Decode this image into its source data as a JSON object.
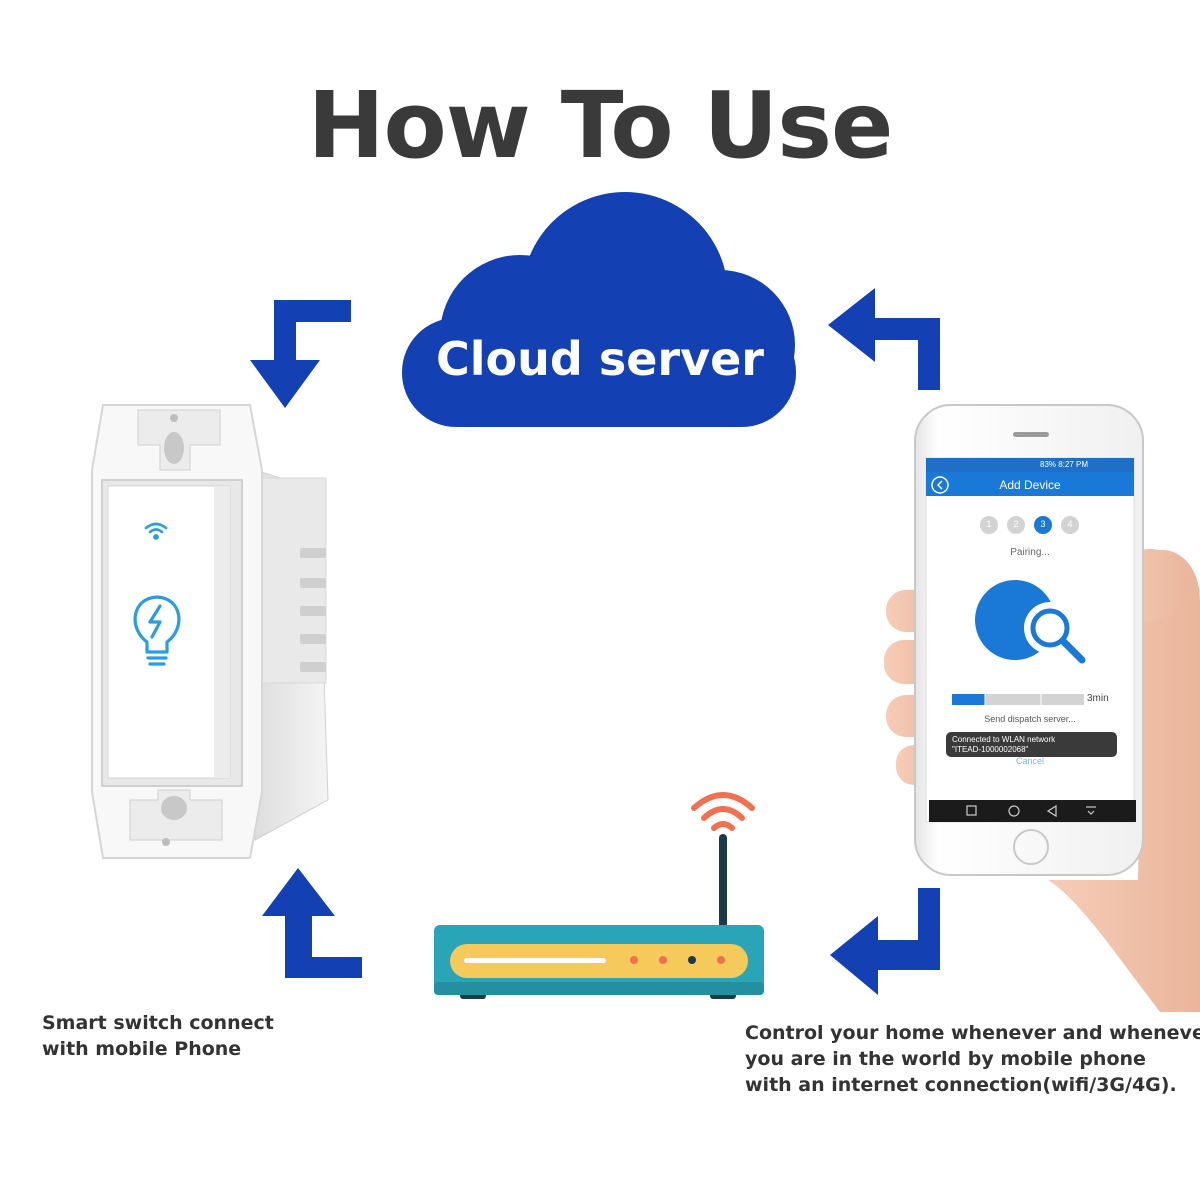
{
  "title": "How To Use",
  "cloud": {
    "label": "Cloud server"
  },
  "captions": {
    "switch": [
      "Smart switch connect",
      "with mobile Phone"
    ],
    "phone": [
      "Control your home whenever and whenever",
      "you are in the world by mobile phone",
      "with an internet connection(wifi/3G/4G)."
    ]
  },
  "phone_screen": {
    "status_bar": "83%  8:27 PM",
    "header_title": "Add Device",
    "steps": [
      "1",
      "2",
      "3",
      "4"
    ],
    "active_step": 3,
    "pairing_text": "Pairing...",
    "timer_label": "3min",
    "progress": 0.25,
    "dispatch_text": "Send dispatch server...",
    "toast_line1": "Connected to WLAN network",
    "toast_line2": "\"ITEAD-1000002068\"",
    "cancel_label": "Cancel"
  },
  "icons": [
    "wifi-icon",
    "lightbulb-icon",
    "search-icon",
    "back-icon",
    "wifi-signal-icon"
  ],
  "colors": {
    "accent_blue": "#1340b3",
    "router_teal": "#2aa5b8",
    "router_panel": "#f5c95a",
    "wifi_orange": "#f07050",
    "app_blue": "#1a78d6"
  }
}
